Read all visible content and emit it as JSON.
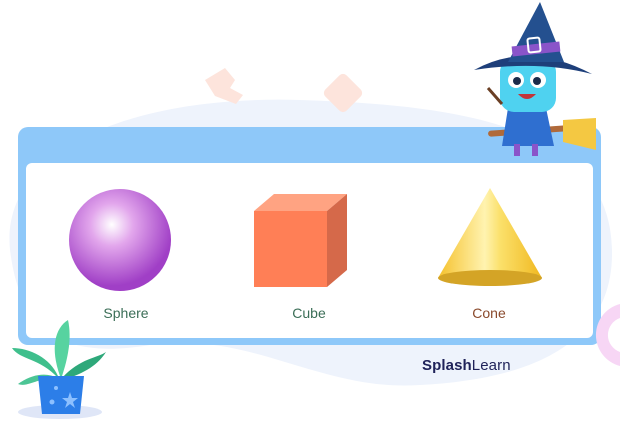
{
  "shapes": [
    {
      "name": "Sphere",
      "color": "#b25fd6"
    },
    {
      "name": "Cube",
      "color": "#ff7f56"
    },
    {
      "name": "Cone",
      "color": "#f7cf3c"
    }
  ],
  "label_colors": {
    "sphere": "#3b6e57",
    "cube": "#3b6e57",
    "cone": "#8a4a2c"
  },
  "brand": {
    "part1": "Splash",
    "part2": "Learn"
  },
  "colors": {
    "board": "#8ec8f9",
    "background_blob": "#eef3fc"
  },
  "icons": [
    "witch-mascot-icon",
    "plant-pot-icon",
    "magnet-icon"
  ]
}
